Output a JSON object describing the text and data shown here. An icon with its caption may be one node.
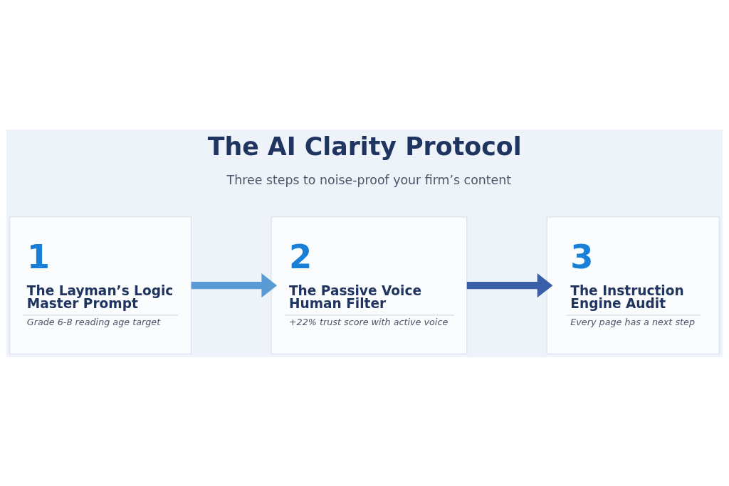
{
  "diagram": {
    "title": "The AI Clarity Protocol",
    "nodes": [
      {
        "text": [
          "1",
          "The Layman’s Logic Master Prompt",
          "Grade 6-8 reading age target"
        ]
      },
      {
        "text": [
          "2",
          "The Passive Voice Human Filter",
          "+22% trust score with active voice"
        ]
      },
      {
        "text": [
          "3",
          "The Instruction Engine Audit",
          "Every page has a next step"
        ]
      }
    ],
    "edges": [
      {
        "from": 0,
        "to": 1,
        "arrow": "to",
        "color": "#5b9bd5"
      },
      {
        "from": 1,
        "to": 2,
        "arrow": "to",
        "color": "#3a5ea8"
      }
    ],
    "labels": [
      "Three steps to noise-proof your firm’s content"
    ]
  }
}
